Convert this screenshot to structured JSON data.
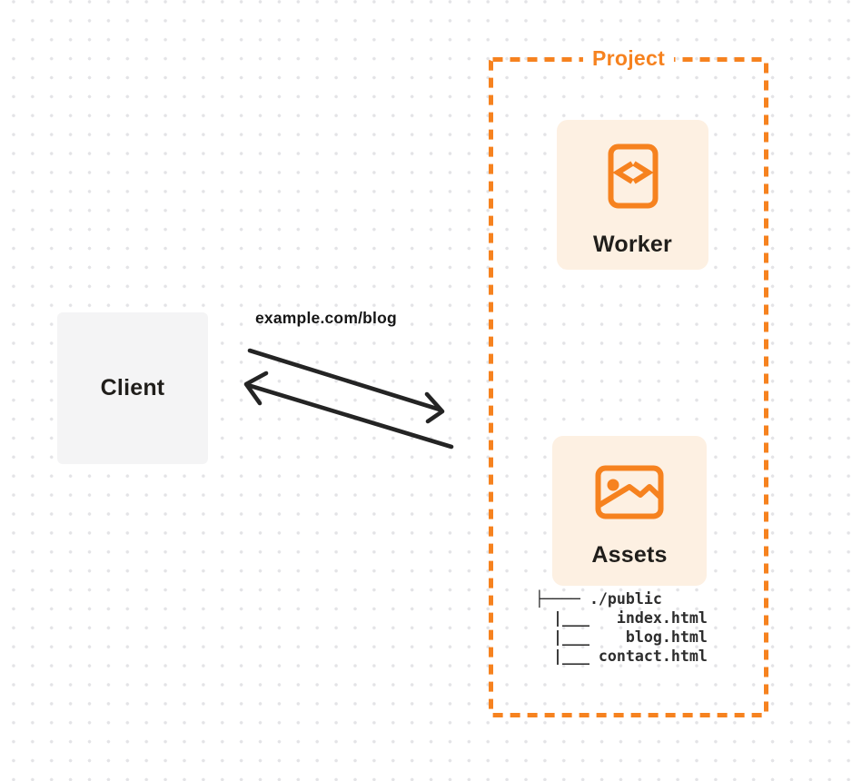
{
  "client": {
    "label": "Client"
  },
  "request": {
    "url": "example.com/blog"
  },
  "project": {
    "label": "Project",
    "worker": {
      "label": "Worker",
      "icon": "code-file-icon"
    },
    "assets": {
      "label": "Assets",
      "icon": "image-icon",
      "file_tree": "├──── ./public\n  |___   index.html\n  |___    blog.html\n  |___ contact.html"
    }
  },
  "colors": {
    "accent_orange": "#f6821f",
    "card_bg": "#fdf0e2",
    "client_bg": "#f4f4f5",
    "arrow_color": "#242424"
  }
}
